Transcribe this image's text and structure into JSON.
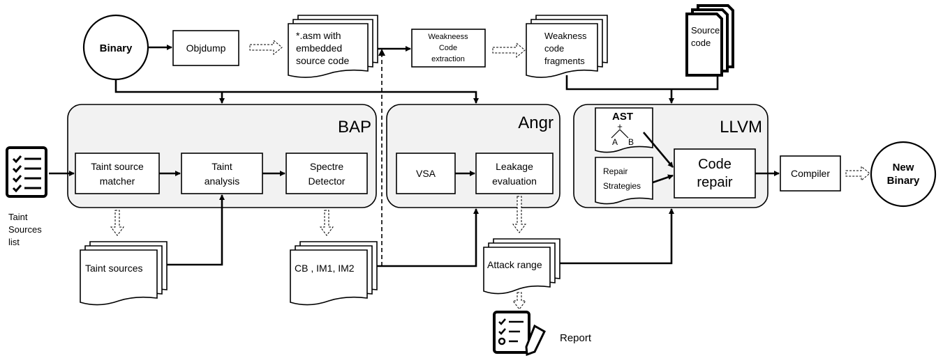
{
  "nodes": {
    "binary": "Binary",
    "objdump": "Objdump",
    "asm_doc": [
      "*.asm with",
      "embedded",
      "source code"
    ],
    "weakness_extract": [
      "Weakneess",
      "Code",
      "extraction"
    ],
    "weakness_frag": [
      "Weakness",
      "code",
      "fragments"
    ],
    "source_code": [
      "Source",
      "code"
    ],
    "taint_sources_list": [
      "Taint",
      "Sources",
      "list"
    ],
    "taint_source_matcher": [
      "Taint source",
      "matcher"
    ],
    "taint_analysis": [
      "Taint",
      "analysis"
    ],
    "spectre_detector": [
      "Spectre",
      "Detector"
    ],
    "vsa": "VSA",
    "leakage_eval": [
      "Leakage",
      "evaluation"
    ],
    "ast": "AST",
    "ast_plus": "+",
    "ast_a": "A",
    "ast_b": "B",
    "repair_strategies": [
      "Repair",
      "Strategies"
    ],
    "code_repair": [
      "Code",
      "repair"
    ],
    "compiler": "Compiler",
    "new_binary": [
      "New",
      "Binary"
    ],
    "taint_sources": "Taint sources",
    "cb_im": "CB , IM1, IM2",
    "attack_range": "Attack range",
    "report": "Report"
  },
  "groups": {
    "bap": "BAP",
    "angr": "Angr",
    "llvm": "LLVM"
  },
  "icons": [
    "checklist-icon",
    "report-pencil-icon"
  ]
}
